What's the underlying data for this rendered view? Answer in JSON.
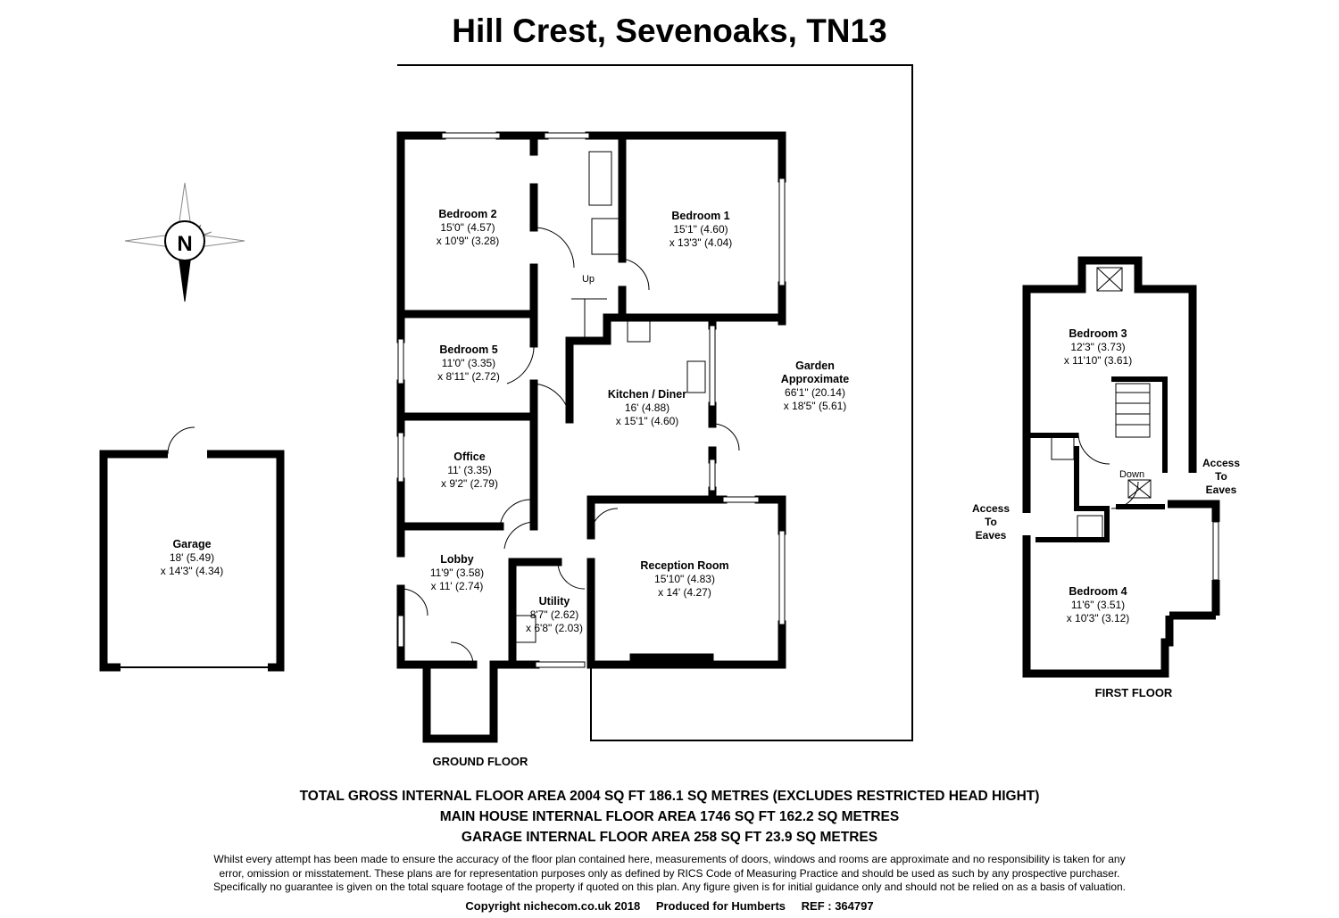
{
  "title": "Hill Crest, Sevenoaks, TN13",
  "compass": {
    "label": "N",
    "icon": "north-compass-icon"
  },
  "ground_floor": {
    "label": "GROUND FLOOR",
    "rooms": [
      {
        "name": "Bedroom 2",
        "dim1": "15'0\" (4.57)",
        "dim2": "x 10'9\" (3.28)"
      },
      {
        "name": "Bedroom 1",
        "dim1": "15'1\" (4.60)",
        "dim2": "x 13'3\" (4.04)"
      },
      {
        "name": "Bedroom 5",
        "dim1": "11'0\" (3.35)",
        "dim2": "x 8'11\" (2.72)"
      },
      {
        "name": "Kitchen / Diner",
        "dim1": "16' (4.88)",
        "dim2": "x 15'1\" (4.60)"
      },
      {
        "name": "Office",
        "dim1": "11' (3.35)",
        "dim2": "x 9'2\" (2.79)"
      },
      {
        "name": "Lobby",
        "dim1": "11'9\" (3.58)",
        "dim2": "x 11' (2.74)"
      },
      {
        "name": "Utility",
        "dim1": "8'7\" (2.62)",
        "dim2": "x 6'8\" (2.03)"
      },
      {
        "name": "Reception Room",
        "dim1": "15'10\" (4.83)",
        "dim2": "x 14' (4.27)"
      },
      {
        "name": "Garden Approximate",
        "dim1": "66'1\" (20.14)",
        "dim2": "x 18'5\" (5.61)"
      },
      {
        "name": "Garage",
        "dim1": "18' (5.49)",
        "dim2": "x 14'3\" (4.34)"
      }
    ],
    "stairs_label": "Up"
  },
  "first_floor": {
    "label": "FIRST FLOOR",
    "rooms": [
      {
        "name": "Bedroom 3",
        "dim1": "12'3\" (3.73)",
        "dim2": "x 11'10\" (3.61)"
      },
      {
        "name": "Bedroom 4",
        "dim1": "11'6\" (3.51)",
        "dim2": "x 10'3\" (3.12)"
      }
    ],
    "stairs_label": "Down",
    "eaves_left": [
      "Access",
      "To",
      "Eaves"
    ],
    "eaves_right": [
      "Access",
      "To",
      "Eaves"
    ]
  },
  "areas": [
    "TOTAL GROSS INTERNAL FLOOR AREA 2004 SQ FT 186.1 SQ METRES (EXCLUDES RESTRICTED HEAD HIGHT)",
    "MAIN HOUSE INTERNAL FLOOR AREA 1746 SQ FT 162.2 SQ METRES",
    "GARAGE INTERNAL FLOOR AREA 258 SQ FT 23.9 SQ METRES"
  ],
  "disclaimer": [
    "Whilst every attempt has been made to ensure the accuracy of the floor plan contained here, measurements of doors, windows and rooms are approximate and no responsibility is taken for any",
    "error, omission or misstatement. These plans are for representation purposes only as defined by RICS Code of Measuring Practice and should be used as such by any prospective purchaser.",
    "Specifically no guarantee is given on the total square footage of the property if quoted on this plan. Any figure given is for initial guidance only and should not be relied on as a basis of valuation."
  ],
  "footer": {
    "copyright": "Copyright nichecom.co.uk 2018",
    "produced_for": "Produced for Humberts",
    "ref": "REF : 364797"
  }
}
